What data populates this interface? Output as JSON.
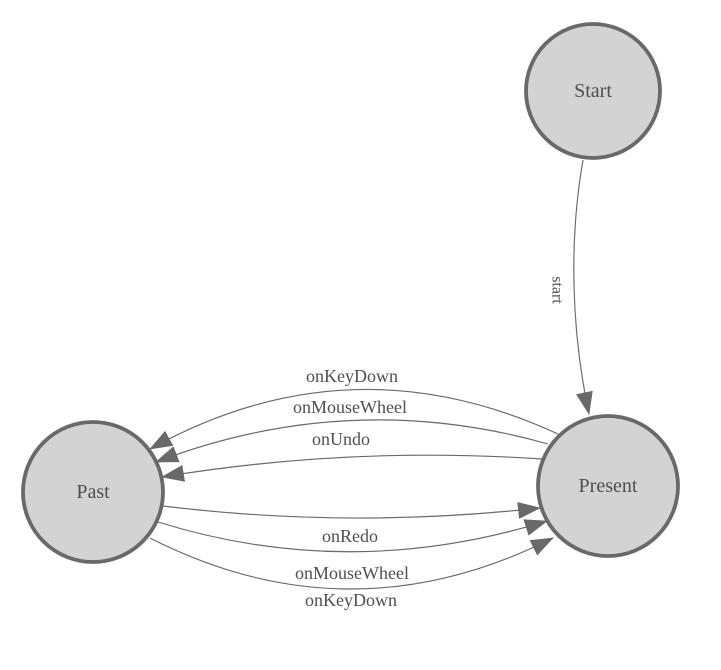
{
  "diagram": {
    "nodes": [
      {
        "id": "start",
        "label": "Start"
      },
      {
        "id": "present",
        "label": "Present"
      },
      {
        "id": "past",
        "label": "Past"
      }
    ],
    "edges": [
      {
        "id": "start-to-present",
        "label": "start",
        "from": "Start",
        "to": "Present"
      },
      {
        "id": "present-to-past-onkeydown",
        "label": "onKeyDown",
        "from": "Present",
        "to": "Past"
      },
      {
        "id": "present-to-past-onmousewheel",
        "label": "onMouseWheel",
        "from": "Present",
        "to": "Past"
      },
      {
        "id": "present-to-past-onundo",
        "label": "onUndo",
        "from": "Present",
        "to": "Past"
      },
      {
        "id": "past-to-present-onredo",
        "label": "onRedo",
        "from": "Past",
        "to": "Present"
      },
      {
        "id": "past-to-present-onmousewheel",
        "label": "onMouseWheel",
        "from": "Past",
        "to": "Present"
      },
      {
        "id": "past-to-present-onkeydown",
        "label": "onKeyDown",
        "from": "Past",
        "to": "Present"
      }
    ],
    "colors": {
      "background": "#ffffff",
      "node_fill": "#d3d3d3",
      "node_stroke": "#696969",
      "edge_stroke": "#696969",
      "arrow_fill": "#696969",
      "label_text": "#4f4f4f"
    }
  }
}
